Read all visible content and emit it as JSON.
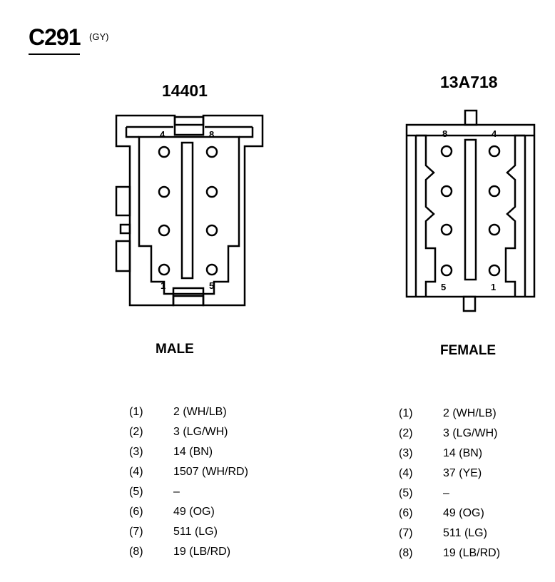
{
  "connector": {
    "id": "C291",
    "color_code": "(GY)"
  },
  "male": {
    "part_number": "14401",
    "label": "MALE",
    "pin_labels": {
      "top_left": "4",
      "top_right": "8",
      "bottom_left": "1",
      "bottom_right": "5"
    },
    "pins": [
      {
        "pin": "(1)",
        "circuit": "2 (WH/LB)"
      },
      {
        "pin": "(2)",
        "circuit": "3 (LG/WH)"
      },
      {
        "pin": "(3)",
        "circuit": "14 (BN)"
      },
      {
        "pin": "(4)",
        "circuit": "1507 (WH/RD)"
      },
      {
        "pin": "(5)",
        "circuit": "–"
      },
      {
        "pin": "(6)",
        "circuit": "49 (OG)"
      },
      {
        "pin": "(7)",
        "circuit": "511 (LG)"
      },
      {
        "pin": "(8)",
        "circuit": "19 (LB/RD)"
      }
    ]
  },
  "female": {
    "part_number": "13A718",
    "label": "FEMALE",
    "pin_labels": {
      "top_left": "8",
      "top_right": "4",
      "bottom_left": "5",
      "bottom_right": "1"
    },
    "pins": [
      {
        "pin": "(1)",
        "circuit": "2 (WH/LB)"
      },
      {
        "pin": "(2)",
        "circuit": "3 (LG/WH)"
      },
      {
        "pin": "(3)",
        "circuit": "14 (BN)"
      },
      {
        "pin": "(4)",
        "circuit": "37 (YE)"
      },
      {
        "pin": "(5)",
        "circuit": "–"
      },
      {
        "pin": "(6)",
        "circuit": "49 (OG)"
      },
      {
        "pin": "(7)",
        "circuit": "511 (LG)"
      },
      {
        "pin": "(8)",
        "circuit": "19 (LB/RD)"
      }
    ]
  }
}
